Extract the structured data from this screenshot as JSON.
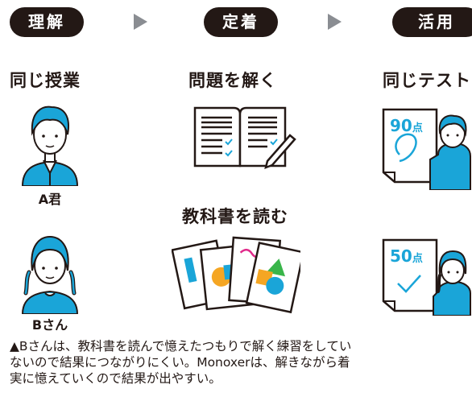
{
  "steps": {
    "understand": "理解",
    "retain": "定着",
    "apply": "活用"
  },
  "headings": {
    "same_class": "同じ授業",
    "solve_problems": "問題を解く",
    "read_textbook": "教科書を読む",
    "same_test": "同じテスト"
  },
  "people": {
    "a_label": "A君",
    "b_label": "Bさん"
  },
  "scores": {
    "a_score_value": "90",
    "a_score_unit": "点",
    "b_score_value": "50",
    "b_score_unit": "点"
  },
  "caption": {
    "line1": "▲Bさんは、教科書を読んで憶えたつもりで解く練習をしてい",
    "line2": "ないので結果につながりにくい。Monoxerは、解きながら着",
    "line3": "実に憶えていくので結果が出やすい。"
  },
  "colors": {
    "ink": "#231815",
    "brand_blue": "#1aa5d8",
    "accent_orange": "#f5a623",
    "arrow_gray": "#8a8d92",
    "accent_magenta": "#e02a8a",
    "accent_green": "#39b54a"
  }
}
